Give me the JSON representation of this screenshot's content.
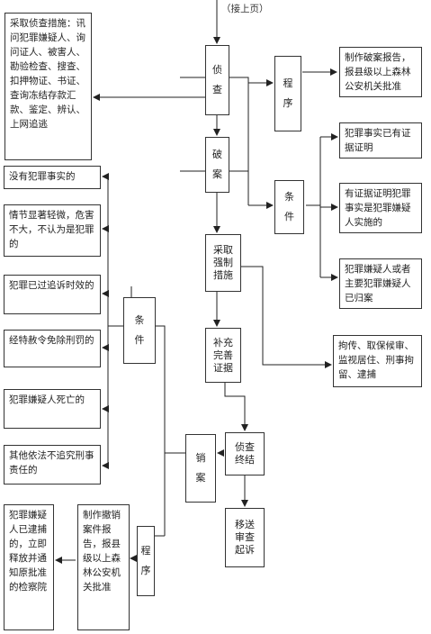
{
  "header": {
    "continued": "（接上页）"
  },
  "nodes": {
    "investigation_measures": "采取侦查措施：讯问犯罪嫌疑人、询问证人、被害人、勘验检查、搜查、扣押物证、书证、查询冻结存款汇款、鉴定、辨认、上网追逃",
    "investigate": "侦查",
    "procedure_top": "程序",
    "approval_report": "制作破案报告，报县级以上森林公安机关批准",
    "solve_case": "破案",
    "conditions_right": "条件",
    "cond_facts_proven": "犯罪事实已有证据证明",
    "cond_suspect_committed": "有证据证明犯罪事实是犯罪嫌疑人实施的",
    "cond_suspect_caught": "犯罪嫌疑人或者主要犯罪嫌疑人已归案",
    "coercive_measures": "采取强制措施",
    "coercive_options": "拘传、取保候审、监视居住、刑事拘留、逮捕",
    "supplement_evidence": "补充完善证据",
    "conclude_investigation": "侦查终结",
    "transfer_prosecution": "移送审查起诉",
    "cancel_case": "销案",
    "conditions_left": "条件",
    "no_crime": "没有犯罪事实的",
    "minor_circumstances": "情节显著轻微，危害不大，不认为是犯罪的",
    "time_limit_expired": "犯罪已过追诉时效的",
    "amnesty": "经特赦令免除刑罚的",
    "suspect_dead": "犯罪嫌疑人死亡的",
    "other_exempt": "其他依法不追究刑事责任的",
    "procedure_bottom": "程序",
    "cancel_report": "制作撤销案件报告，报县级以上森林公安机关批准",
    "release_notice": "犯罪嫌疑人已逮捕的，立即释放并通知原批准的检察院"
  }
}
